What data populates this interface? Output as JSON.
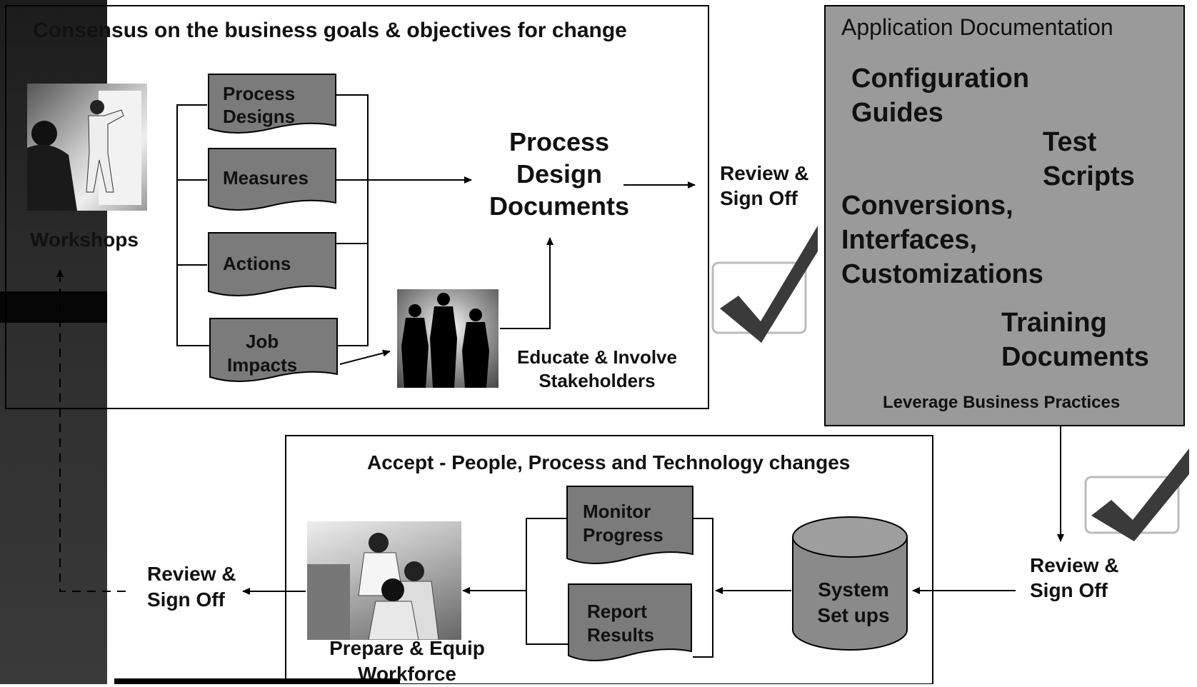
{
  "top_box": {
    "title": "Consensus on the business goals & objectives for change",
    "workshops_label": "Workshops",
    "docs": [
      {
        "line1": "Process",
        "line2": "Designs"
      },
      {
        "line1": "Measures",
        "line2": ""
      },
      {
        "line1": "Actions",
        "line2": ""
      },
      {
        "line1": "Job",
        "line2": "Impacts"
      }
    ],
    "process_design_documents": [
      "Process",
      "Design",
      "Documents"
    ],
    "educate_label": [
      "Educate & Involve",
      "Stakeholders"
    ]
  },
  "review_top": [
    "Review &",
    "Sign Off"
  ],
  "app_doc": {
    "title": "Application Documentation",
    "config": [
      "Configuration",
      "Guides"
    ],
    "test": [
      "Test",
      "Scripts"
    ],
    "conversions": [
      "Conversions,",
      "Interfaces,",
      "Customizations"
    ],
    "training": [
      "Training",
      "Documents"
    ],
    "leverage": "Leverage Business Practices"
  },
  "review_right": [
    "Review &",
    "Sign Off"
  ],
  "bottom_box": {
    "title": "Accept - People, Process and Technology changes",
    "monitor": [
      "Monitor",
      "Progress"
    ],
    "report": [
      "Report",
      "Results"
    ],
    "system": [
      "System",
      "Set ups"
    ],
    "prepare": [
      "Prepare & Equip",
      "Workforce"
    ]
  },
  "review_left": [
    "Review &",
    "Sign Off"
  ],
  "colors": {
    "doc_fill": "#7b7b7b",
    "app_doc_fill": "#9a9a9a",
    "strip_dark": "#222222",
    "check_fill": "#3a3a3a"
  }
}
